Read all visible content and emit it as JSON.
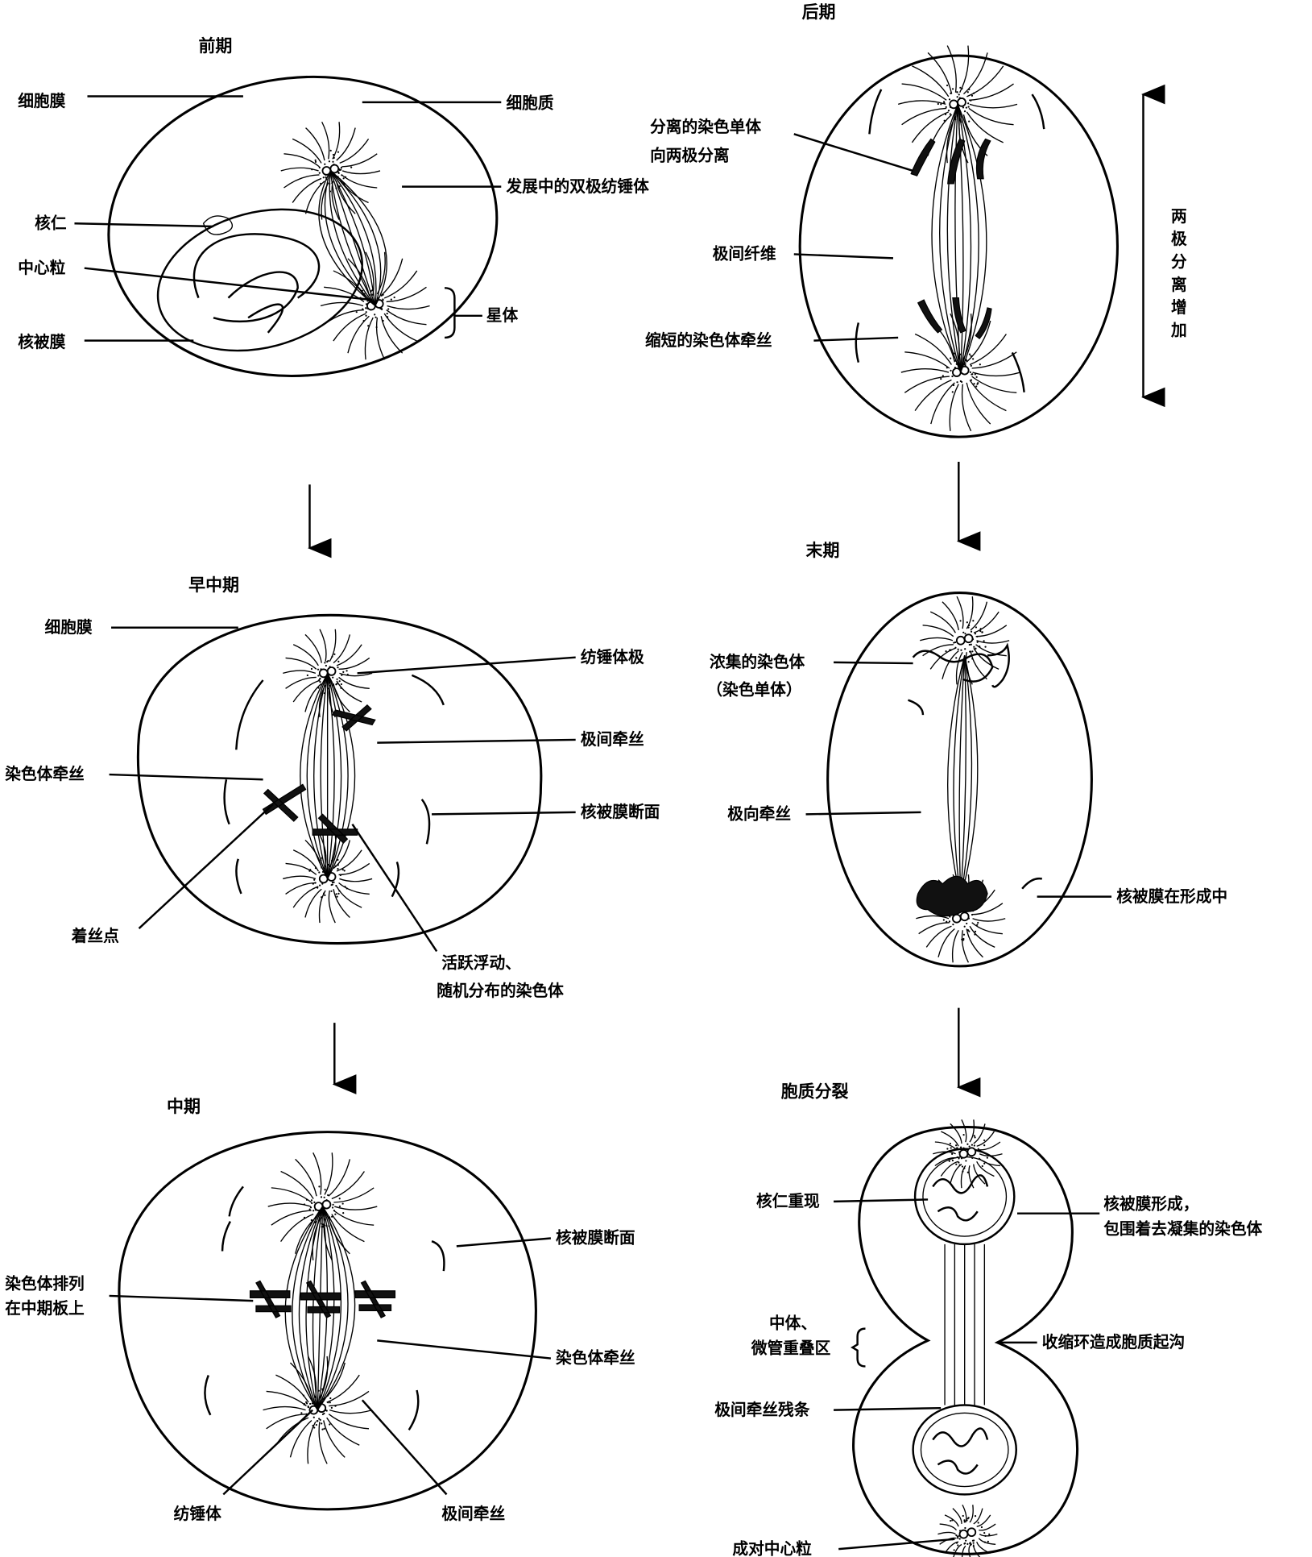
{
  "panels": {
    "prophase": {
      "title": "前期",
      "labels": [
        "细胞膜",
        "细胞质",
        "发展中的双极纺锤体",
        "核仁",
        "中心粒",
        "星体",
        "核被膜"
      ]
    },
    "anaphase": {
      "title": "后期",
      "labels": [
        "分离的染色单体",
        "向两极分离",
        "极间纤维",
        "缩短的染色体牵丝"
      ],
      "vertical_label": [
        "两",
        "极",
        "分",
        "离",
        "增",
        "加"
      ]
    },
    "prometaphase": {
      "title": "早中期",
      "labels": [
        "细胞膜",
        "纺锤体极",
        "极间牵丝",
        "染色体牵丝",
        "核被膜断面",
        "着丝点",
        "活跃浮动、",
        "随机分布的染色体"
      ]
    },
    "telophase": {
      "title": "末期",
      "labels": [
        "浓集的染色体",
        "（染色单体）",
        "极向牵丝",
        "核被膜在形成中"
      ]
    },
    "metaphase": {
      "title": "中期",
      "labels": [
        "核被膜断面",
        "染色体排列",
        "在中期板上",
        "染色体牵丝",
        "纺锤体",
        "极间牵丝"
      ]
    },
    "cytokinesis": {
      "title": "胞质分裂",
      "labels": [
        "核仁重现",
        "核被膜形成，",
        "包围着去凝集的染色体",
        "中体、",
        "微管重叠区",
        "收缩环造成胞质起沟",
        "极间牵丝残条",
        "成对中心粒"
      ]
    }
  }
}
